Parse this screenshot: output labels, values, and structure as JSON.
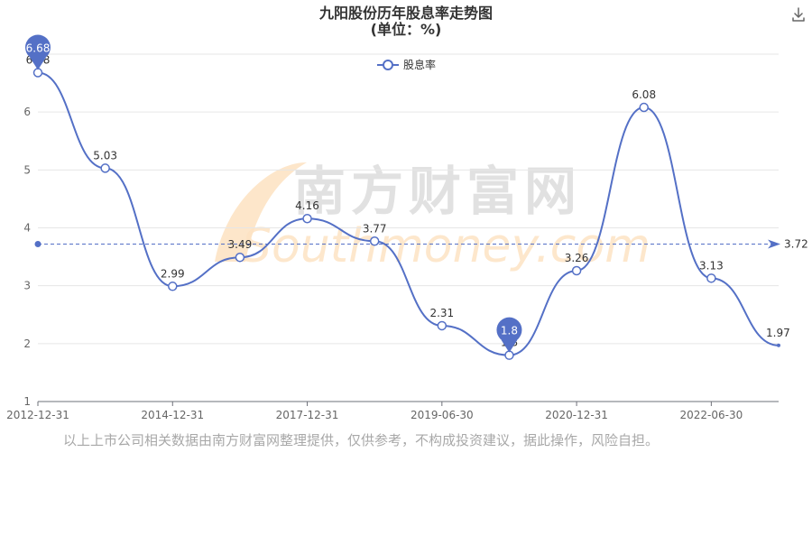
{
  "chart_data": {
    "type": "line",
    "title": "九阳股份历年股息率走势图",
    "subtitle": "(单位：%)",
    "x_tick_labels": [
      "2012-12-31",
      "2014-12-31",
      "2017-12-31",
      "2019-06-30",
      "2020-12-31",
      "2022-06-30"
    ],
    "y_ticks": [
      1,
      2,
      3,
      4,
      5,
      6
    ],
    "ylim": [
      1,
      7
    ],
    "grid": true,
    "legend_position": "top-center",
    "series": [
      {
        "name": "股息率",
        "color": "#5470c6",
        "values": [
          6.68,
          5.03,
          2.99,
          3.49,
          4.16,
          3.77,
          2.31,
          1.8,
          3.26,
          6.08,
          3.13,
          1.97
        ],
        "labels": [
          "6.68",
          "5.03",
          "2.99",
          "3.49",
          "4.16",
          "3.77",
          "2.31",
          "1.8",
          "3.26",
          "6.08",
          "3.13",
          "1.97"
        ]
      }
    ],
    "max_marker": {
      "index": 0,
      "label": "6.68"
    },
    "min_marker": {
      "index": 7,
      "label": "1.8"
    },
    "average_line": {
      "value": 3.72,
      "label": "3.72"
    }
  },
  "watermark": {
    "brand_text": "南方财富网",
    "domain_text": "Southmoney.com"
  },
  "disclaimer": "以上上市公司相关数据由南方财富网整理提供，仅供参考，不构成投资建议，据此操作，风险自担。",
  "toolbar": {
    "download_icon": "download-icon"
  },
  "colors": {
    "series": "#5470c6",
    "grid": "#e6e6e6",
    "axis": "#6e7079",
    "watermark_orange": "#fde3c4",
    "watermark_gray": "#d7d7d7"
  }
}
